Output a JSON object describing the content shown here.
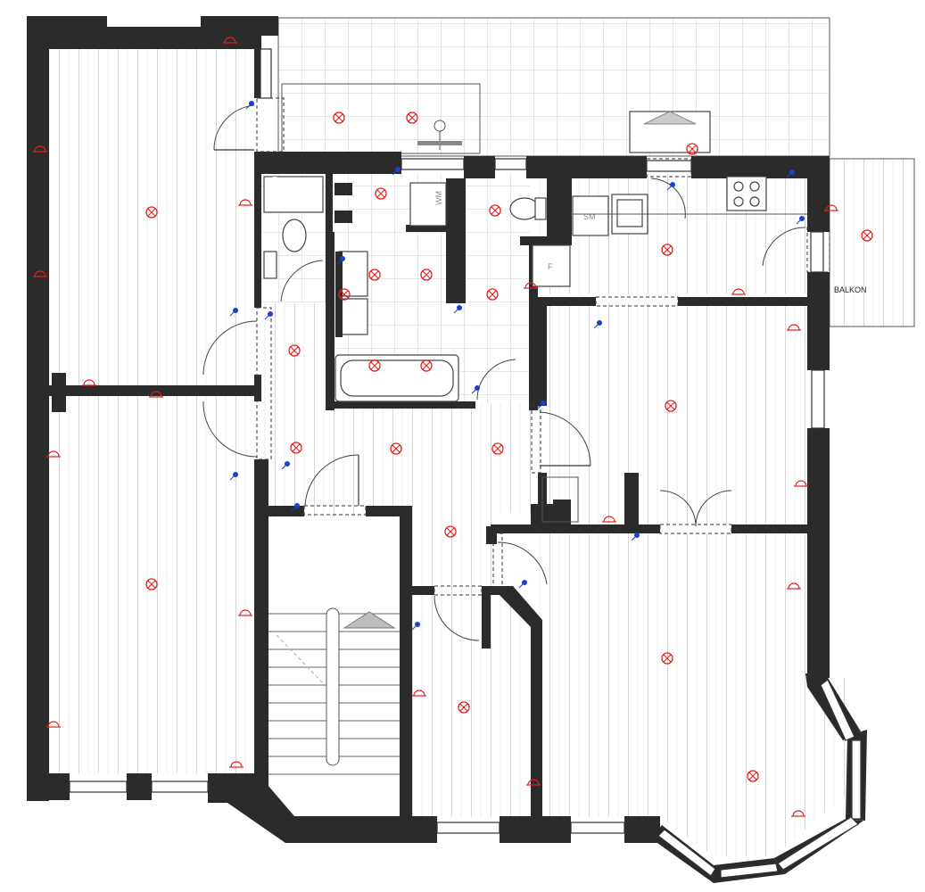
{
  "plan": {
    "labels": {
      "balcony": "BALKON",
      "washing_machine": "WM",
      "dryer": "SM",
      "fridge": "F"
    }
  }
}
